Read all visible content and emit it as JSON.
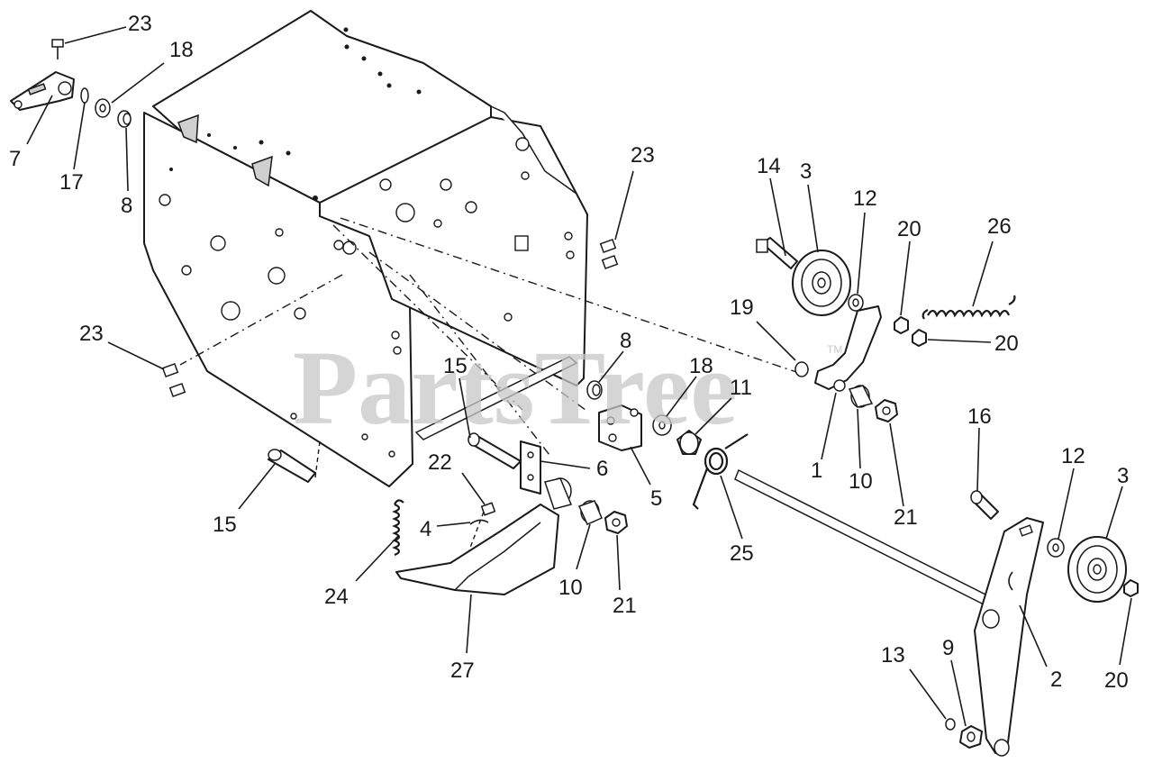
{
  "watermark": "PartsTree",
  "watermark_mark": "TM",
  "callouts": {
    "c1": "1",
    "c2": "2",
    "c3a": "3",
    "c3b": "3",
    "c4": "4",
    "c5": "5",
    "c6": "6",
    "c7": "7",
    "c8a": "8",
    "c8b": "8",
    "c9": "9",
    "c10a": "10",
    "c10b": "10",
    "c11": "11",
    "c12a": "12",
    "c12b": "12",
    "c13": "13",
    "c14": "14",
    "c15a": "15",
    "c15b": "15",
    "c16": "16",
    "c17": "17",
    "c18a": "18",
    "c18b": "18",
    "c19": "19",
    "c20a": "20",
    "c20b": "20",
    "c20c": "20",
    "c21a": "21",
    "c21b": "21",
    "c22": "22",
    "c23a": "23",
    "c23b": "23",
    "c23c": "23",
    "c24": "24",
    "c25": "25",
    "c26": "26",
    "c27": "27"
  }
}
